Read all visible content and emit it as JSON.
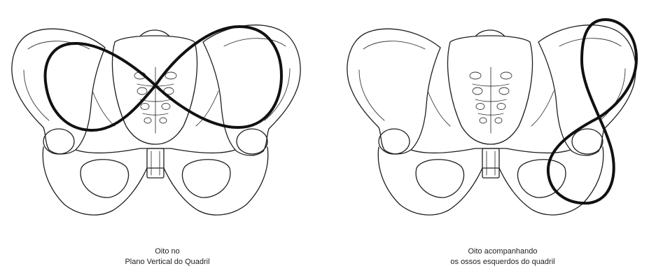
{
  "figures": [
    {
      "caption_line1": "Oito no",
      "caption_line2": "Plano Vertical do Quadril"
    },
    {
      "caption_line1": "Oito acompanhando",
      "caption_line2": "os ossos esquerdos do quadril"
    }
  ],
  "colors": {
    "line": "#1e1e1e",
    "figure_eight": "#111111",
    "background": "#ffffff"
  }
}
